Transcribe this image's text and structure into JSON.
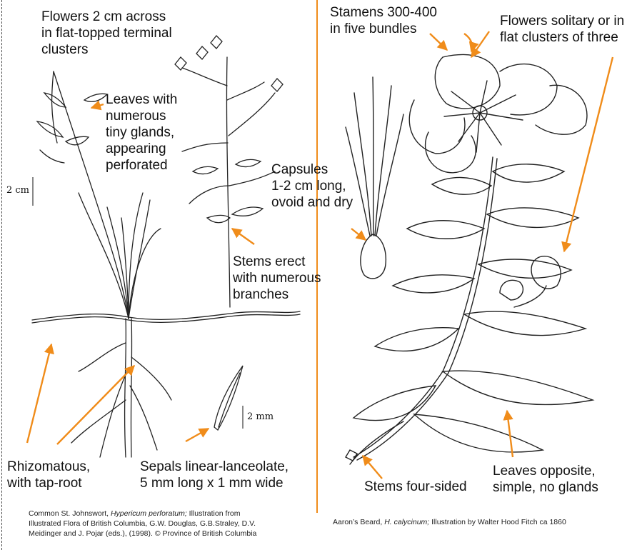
{
  "colors": {
    "accent": "#f08c1a",
    "ink": "#111111"
  },
  "left": {
    "labels": {
      "flowers": "Flowers 2 cm across\nin flat-topped terminal\nclusters",
      "leaves": "Leaves with\nnumerous\ntiny glands,\nappearing\nperforated",
      "stems": "Stems erect\nwith numerous\nbranches",
      "rhizome": "Rhizomatous,\nwith tap-root",
      "sepals": "Sepals linear-lanceolate,\n5 mm long x 1 mm wide"
    },
    "scale_2cm": "2 cm",
    "scale_2mm": "2 mm",
    "caption": {
      "prefix": "Common St. Johnswort, ",
      "species": "Hypericum perforatum;",
      "rest": " Illustration from Illustrated Flora of British Columbia, G.W. Douglas, G.B.Straley, D.V. Meidinger and J. Pojar (eds.), (1998). © Province of British Columbia"
    }
  },
  "right": {
    "labels": {
      "capsules": "Capsules\n1-2 cm long,\novoid and dry",
      "stamens": "Stamens 300-400\nin five bundles",
      "flowers": "Flowers solitary or in\nflat clusters of three",
      "stems": "Stems four-sided",
      "leaves": "Leaves opposite,\nsimple, no glands"
    },
    "caption": {
      "prefix": "Aaron’s Beard, ",
      "species": "H. calycinum;",
      "rest": " Illustration by Walter Hood Fitch ca 1860"
    }
  }
}
